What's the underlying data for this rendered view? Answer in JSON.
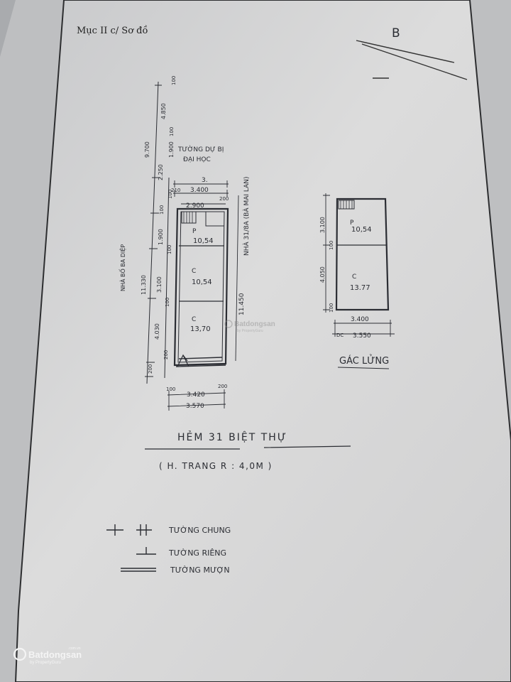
{
  "header": {
    "section": "Mục II c/ Sơ đồ",
    "mark": "B"
  },
  "plan_main": {
    "top_label_1": "TƯỜNG DỰ BỊ",
    "top_label_2": "ĐẠI HỌC",
    "left_street": "NHÀ BỐ BA DIỆP",
    "right_neighbor": "NHÀ 31/8A (BÀ MAI LAN)",
    "rooms": [
      {
        "code": "P",
        "area": "10,54"
      },
      {
        "code": "C",
        "area": "10,54"
      },
      {
        "code": "C",
        "area": "13,70"
      }
    ],
    "dims": {
      "top_w1": "3.",
      "top_w2": "3.400",
      "top_w3": "2.900",
      "top_side": "210",
      "top_side2": "200",
      "bottom_w1": "3.420",
      "bottom_w2": "3.570",
      "bottom_l": "100",
      "bottom_r": "200",
      "left_v": [
        "100",
        "4.850",
        "100",
        "1.900",
        "2.250",
        "9.700",
        "100",
        "100",
        "1.900",
        "100",
        "3.100",
        "11.330",
        "100",
        "4.030",
        "200",
        "200"
      ],
      "right_v": "11.450"
    }
  },
  "plan_mezz": {
    "title": "GÁC LỬNG",
    "rooms": [
      {
        "code": "P",
        "area": "10,54"
      },
      {
        "code": "C",
        "area": "13.77"
      }
    ],
    "dims": {
      "v1": "3.100",
      "v2": "100",
      "v3": "4.050",
      "v4": "100",
      "w1": "3.400",
      "w2": "3.550",
      "w2_prefix": "DC"
    }
  },
  "street": {
    "name": "HẺM 31  BIỆT THỰ",
    "sub": "( H. TRANG   R : 4,0M )"
  },
  "legend": [
    {
      "label": "TƯỜNG CHUNG"
    },
    {
      "label": "TƯỜNG RIÊNG"
    },
    {
      "label": "TƯỜNG MƯỢN"
    }
  ],
  "watermark": {
    "center": "Batdongsan",
    "center_sub": "by PropertyGuru",
    "corner": "Batdongsan",
    "corner_sub": "by PropertyGuru",
    "corner_tag": ".com.vn"
  }
}
